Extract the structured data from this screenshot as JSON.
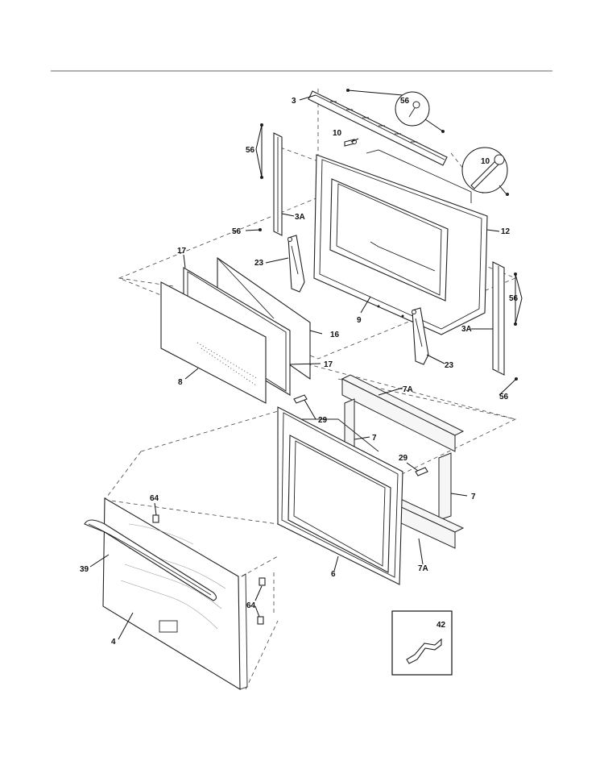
{
  "diagram": {
    "parts": [
      {
        "id": "3",
        "label": "3"
      },
      {
        "id": "56-top",
        "label": "56"
      },
      {
        "id": "10-top",
        "label": "10"
      },
      {
        "id": "10-callout",
        "label": "10"
      },
      {
        "id": "56-left",
        "label": "56"
      },
      {
        "id": "3A-left",
        "label": "3A"
      },
      {
        "id": "12",
        "label": "12"
      },
      {
        "id": "56-mid",
        "label": "56"
      },
      {
        "id": "17-top",
        "label": "17"
      },
      {
        "id": "23-left",
        "label": "23"
      },
      {
        "id": "9",
        "label": "9"
      },
      {
        "id": "56-right",
        "label": "56"
      },
      {
        "id": "3A-right",
        "label": "3A"
      },
      {
        "id": "16",
        "label": "16"
      },
      {
        "id": "17-bottom",
        "label": "17"
      },
      {
        "id": "23-right",
        "label": "23"
      },
      {
        "id": "8",
        "label": "8"
      },
      {
        "id": "7A-top",
        "label": "7A"
      },
      {
        "id": "56-bottom",
        "label": "56"
      },
      {
        "id": "29-left",
        "label": "29"
      },
      {
        "id": "7-left",
        "label": "7"
      },
      {
        "id": "29-right",
        "label": "29"
      },
      {
        "id": "7-right",
        "label": "7"
      },
      {
        "id": "64-top",
        "label": "64"
      },
      {
        "id": "39",
        "label": "39"
      },
      {
        "id": "7A-bottom",
        "label": "7A"
      },
      {
        "id": "6",
        "label": "6"
      },
      {
        "id": "64-bottom",
        "label": "64"
      },
      {
        "id": "42",
        "label": "42"
      },
      {
        "id": "4",
        "label": "4"
      }
    ]
  }
}
